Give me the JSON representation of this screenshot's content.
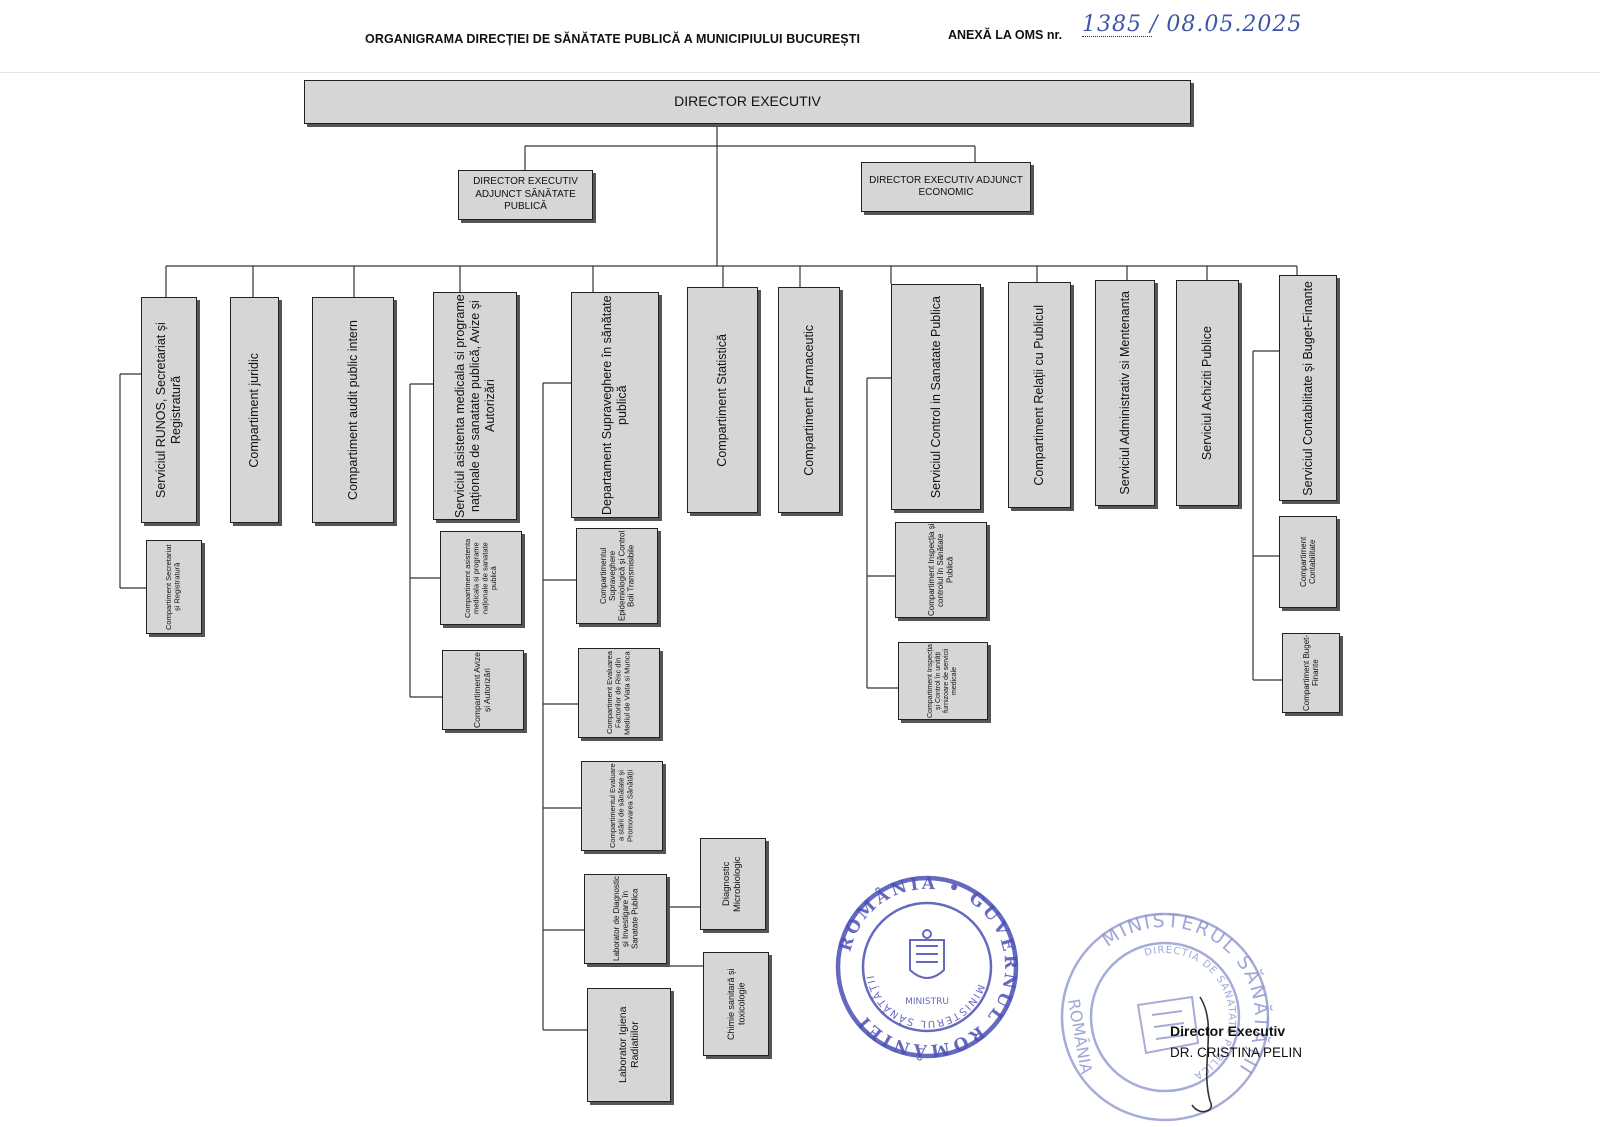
{
  "header": {
    "title": "ORGANIGRAMA  DIRECȚIEI DE SĂNĂTATE PUBLICĂ A MUNICIPIULUI BUCUREȘTI",
    "annex_label": "ANEXĂ LA OMS nr.",
    "annex_number": "1385 / 08.05.2025"
  },
  "chart": {
    "top": "DIRECTOR EXECUTIV",
    "deputies": [
      "DIRECTOR EXECUTIV ADJUNCT SĂNĂTATE PUBLICĂ",
      "DIRECTOR EXECUTIV ADJUNCT ECONOMIC"
    ],
    "departments": [
      "Serviciul  RUNOS,  Secretariat și Registratură",
      "Compartiment juridic",
      "Compartiment audit public intern",
      "Serviciul asistenta medicala si programe  naționale de sanatate publică,  Avize și Autorizări",
      "Departament Supraveghere în sănătate publică",
      "Compartiment Statistică",
      "Compartiment  Farmaceutic",
      "Serviciul Control in Sanatate Publica",
      "Compartiment Relații cu Publicul",
      "Serviciul Administrativ  si Mentenanta",
      "Serviciul Achiziti Publice",
      "Serviciul Contabilitate și Buget-Finante"
    ],
    "sub_units": {
      "runos": [
        "Compartiment Secretariat și Registratură"
      ],
      "asistenta": [
        "Compartiment asistenta medicala si programe  naționale de sanatate publică",
        "Compartiment Avize și Autorizări"
      ],
      "supraveghere": [
        "Compartimentul Supraveghere Epidemiologică și Control Boli Transmisibile",
        "Compartiment Evaluarea Factorilor de Risc din Mediul de Viata si Munca",
        "Compartimentul Evaluare a stării de sănătate și Promovarea Sănătății",
        "Laborator de Diagnostic și Investigare în Sanatate Publica",
        "Laborator Igiena Radiatiilor"
      ],
      "laborator": [
        "Diagnostic Microbiologic",
        "Chimie sanitară și toxicologie"
      ],
      "control": [
        "Compartiment Inspecția și controlul în Sănătate Publică",
        "Compartiment Inspecția și Control în unități furnizoare de servicii medicale"
      ],
      "contabilitate": [
        "Compartiment Contabilitate",
        "Compartiment Buget-Finante"
      ]
    }
  },
  "stamps": {
    "left": {
      "outer": "ROMÂNIA • GUVERNUL ROMÂNIEI",
      "inner": "MINISTERUL SĂNĂTĂȚII",
      "center": "MINISTRU"
    },
    "right": {
      "outer": "MINISTERUL SĂNĂTĂȚII",
      "inner": "DIRECTIA DE SANATATE PUBLICA",
      "left_word": "ROMÂNIA"
    }
  },
  "signature": {
    "role": "Director Executiv",
    "name": "DR. CRISTINA PELIN"
  },
  "colors": {
    "box_fill": "#d6d6d6",
    "stamp_ink": "#4b4fb5",
    "stamp_ink_light": "#8f98cf",
    "handwriting": "#3b55a8"
  }
}
